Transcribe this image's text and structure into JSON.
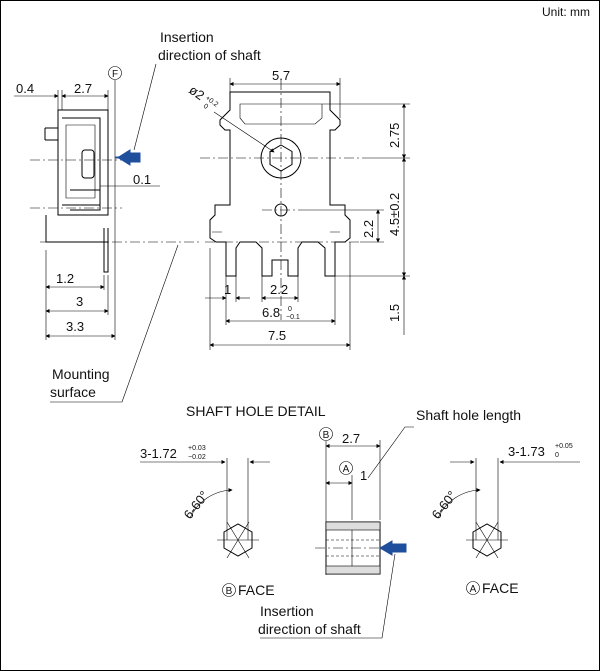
{
  "unit_label": "Unit: mm",
  "labels": {
    "insertion_top": [
      "Insertion",
      "direction of shaft"
    ],
    "insertion_bottom": [
      "Insertion",
      "direction of shaft"
    ],
    "mounting_surface": [
      "Mounting",
      "surface"
    ],
    "shaft_hole_detail": "SHAFT HOLE DETAIL",
    "shaft_hole_length": "Shaft hole length",
    "b_face": "FACE",
    "a_face": "FACE"
  },
  "markers": {
    "F": "F",
    "B_detail": "B",
    "A_detail": "A",
    "B_face": "B",
    "A_face": "A"
  },
  "dims": {
    "d0_4": "0.4",
    "d2_7": "2.7",
    "d0_1": "0.1",
    "d1_2": "1.2",
    "d3": "3",
    "d3_3": "3.3",
    "d5_7": "5.7",
    "dphi2": "ø2",
    "dphi2_tol_up": "+0.2",
    "dphi2_tol_dn": "0",
    "d2_75": "2.75",
    "d4_5": "4.5±0.2",
    "d2_2v": "2.2",
    "d1_5": "1.5",
    "d1": "1",
    "d2_2h": "2.2",
    "d6_8": "6.8",
    "d6_8_tol_up": "0",
    "d6_8_tol_dn": "−0.1",
    "d7_5": "7.5",
    "d2_7b": "2.7",
    "d1b": "1",
    "hex_b": "3-1.72",
    "hex_b_tol_up": "+0.03",
    "hex_b_tol_dn": "−0.02",
    "hex_a": "3-1.73",
    "hex_a_tol_up": "+0.05",
    "hex_a_tol_dn": "0",
    "angle_b": "6-60°",
    "angle_a": "6-60°"
  },
  "colors": {
    "arrow": "#1f4e9c",
    "line": "#000000"
  }
}
